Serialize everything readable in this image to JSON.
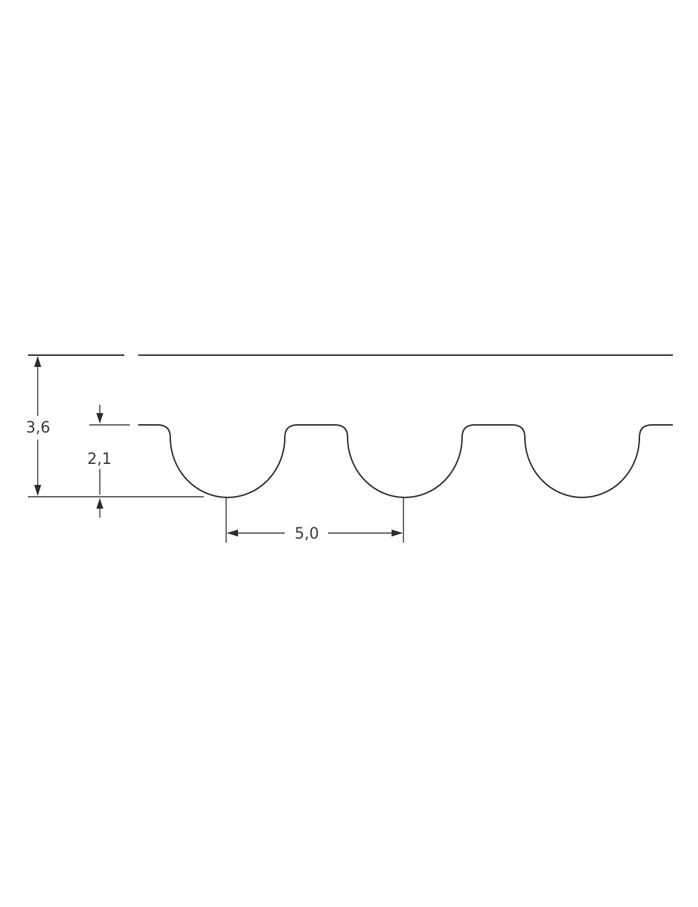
{
  "figure": {
    "kind": "timing-belt-tooth-profile",
    "line_color": "#2b2b2b",
    "text_color": "#3a3a3a",
    "dimensions": {
      "total_height": "3,6",
      "tooth_height": "2,1",
      "pitch": "5,0"
    }
  }
}
